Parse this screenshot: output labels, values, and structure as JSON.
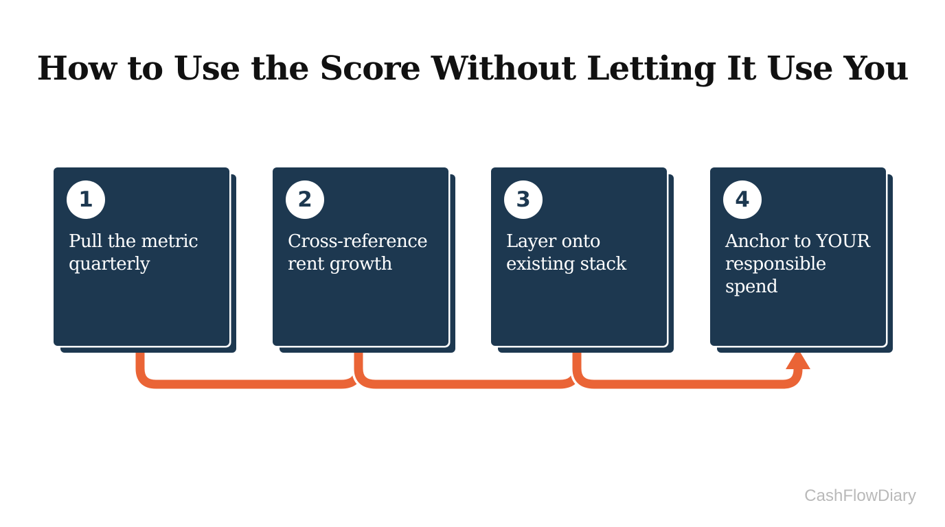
{
  "title": "How to Use the Score Without Letting It Use You",
  "steps": [
    {
      "number": "1",
      "text": "Pull the metric quarterly"
    },
    {
      "number": "2",
      "text": "Cross-reference rent growth"
    },
    {
      "number": "3",
      "text": "Layer onto existing stack"
    },
    {
      "number": "4",
      "text": "Anchor to YOUR responsible spend"
    }
  ],
  "watermark": "CashFlowDiary",
  "colors": {
    "card": "#1d3850",
    "arrow": "#ea6436",
    "title": "#111111",
    "watermark": "#b9b9b9"
  }
}
